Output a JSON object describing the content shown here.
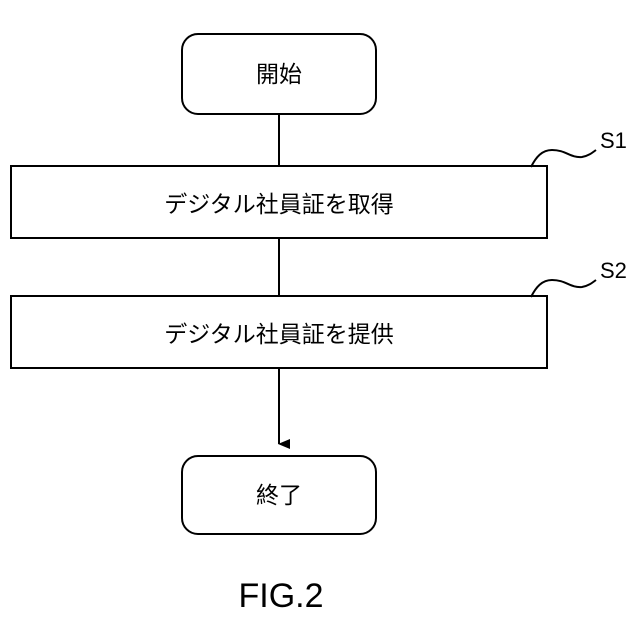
{
  "flowchart": {
    "start": {
      "label": "開始"
    },
    "steps": [
      {
        "id": "S1",
        "label": "デジタル社員証を取得"
      },
      {
        "id": "S2",
        "label": "デジタル社員証を提供"
      }
    ],
    "end": {
      "label": "終了"
    }
  },
  "figure": {
    "caption": "FIG.2"
  },
  "colors": {
    "stroke": "#000000",
    "background": "#ffffff"
  }
}
